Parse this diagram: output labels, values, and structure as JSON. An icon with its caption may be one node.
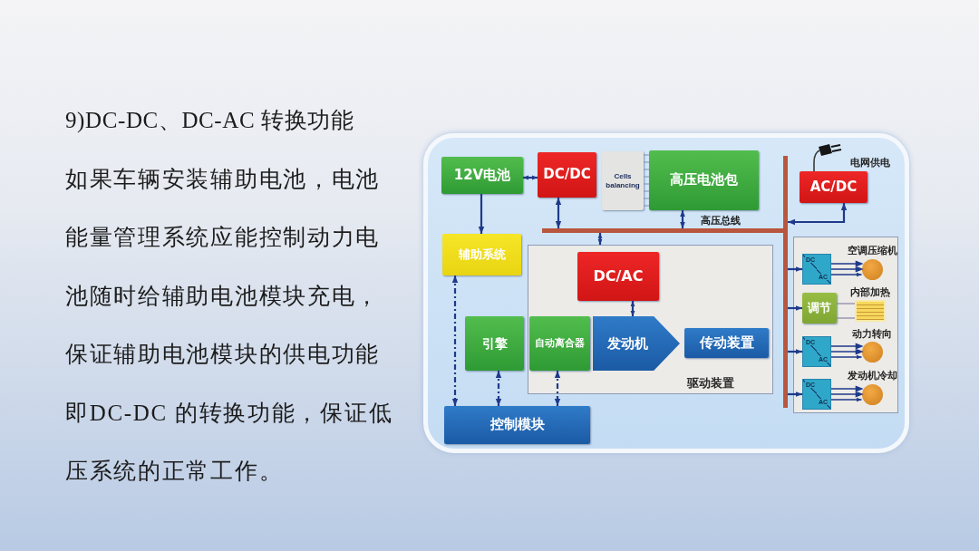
{
  "diagram": {
    "title": "9)DC-DC、DC-AC 转换功能",
    "nodes": [
      {
        "text": [
          "12V电池"
        ]
      },
      {
        "text": [
          "DC/DC"
        ]
      },
      {
        "text": [
          "Cells balancing"
        ]
      },
      {
        "text": [
          "高压电池包"
        ]
      },
      {
        "text": [],
        "shape": "picture"
      },
      {
        "text": [
          "AC/DC"
        ]
      },
      {
        "text": [],
        "shape": "bar",
        "beside": [
          "高压总线"
        ]
      },
      {
        "text": [],
        "shape": "bar"
      },
      {
        "text": [
          "辅助系统"
        ]
      },
      {
        "text": [
          "驱动装置"
        ]
      },
      {
        "text": [
          "DC/AC"
        ],
        "in": 9
      },
      {
        "text": [
          "引擎"
        ]
      },
      {
        "text": [
          "自动离合器"
        ],
        "in": 9
      },
      {
        "text": [
          "发动机"
        ],
        "in": 9
      },
      {
        "text": [
          "传动装置"
        ],
        "in": 9
      },
      {
        "text": [],
        "shape": "box"
      },
      {
        "text": [
          "DC",
          "AC"
        ],
        "in": 15
      },
      {
        "text": [],
        "shape": "circle",
        "beside": [
          "空调压缩机"
        ],
        "in": 15
      },
      {
        "text": [
          "调节"
        ],
        "in": 15
      },
      {
        "text": [],
        "shape": "picture",
        "beside": [
          "内部加热"
        ],
        "in": 15
      },
      {
        "text": [
          "DC",
          "AC"
        ],
        "in": 15
      },
      {
        "text": [],
        "shape": "circle",
        "beside": [
          "动力转向"
        ],
        "in": 15
      },
      {
        "text": [
          "DC",
          "AC"
        ],
        "in": 15
      },
      {
        "text": [],
        "shape": "circle",
        "beside": [
          "发动机冷却"
        ],
        "in": 15
      },
      {
        "text": [
          "控制模块"
        ]
      }
    ],
    "edges": [
      {
        "from": 0,
        "to": 1,
        "arrow": "both"
      },
      {
        "from": 0,
        "to": 8,
        "arrow": "to"
      },
      {
        "from": 1,
        "to": 6,
        "arrow": "both"
      },
      {
        "from": 2,
        "to": 3,
        "arrow": "none",
        "color": "#7f8fb0"
      },
      {
        "from": 3,
        "to": 6,
        "arrow": "both"
      },
      {
        "from": 4,
        "to": 5,
        "arrow": "none",
        "color": "#3a3a3a"
      },
      {
        "from": 5,
        "to": 7,
        "arrow": "both"
      },
      {
        "from": 6,
        "to": 9,
        "arrow": "both"
      },
      {
        "from": 10,
        "to": 13,
        "arrow": "both"
      },
      {
        "from": 8,
        "to": 24,
        "arrow": "both",
        "style": "dashed"
      },
      {
        "from": 11,
        "to": 24,
        "arrow": "both",
        "style": "dashed"
      },
      {
        "from": 12,
        "to": 24,
        "arrow": "both",
        "style": "dashed"
      },
      {
        "from": 7,
        "to": 16,
        "arrow": "to"
      },
      {
        "from": 7,
        "to": 18,
        "arrow": "to"
      },
      {
        "from": 7,
        "to": 20,
        "arrow": "to"
      },
      {
        "from": 7,
        "to": 22,
        "arrow": "to"
      },
      {
        "from": 16,
        "to": 17,
        "arrow": "to"
      },
      {
        "from": 18,
        "to": 19,
        "arrow": "none",
        "color": "#8c7fa8"
      },
      {
        "from": 18,
        "to": 19,
        "arrow": "none",
        "color": "#8c7fa8"
      },
      {
        "from": 20,
        "to": 21,
        "arrow": "to"
      },
      {
        "from": 22,
        "to": 23,
        "arrow": "to"
      }
    ],
    "labels": [
      "如果车辆安装辅助电池，电池能量管理系统应能控制动力电池随时给辅助电池模块充电，保证辅助电池模块的供电功能即DC-DC 的转换功能，保证低压系统的正常工作。",
      "电网供电"
    ]
  }
}
